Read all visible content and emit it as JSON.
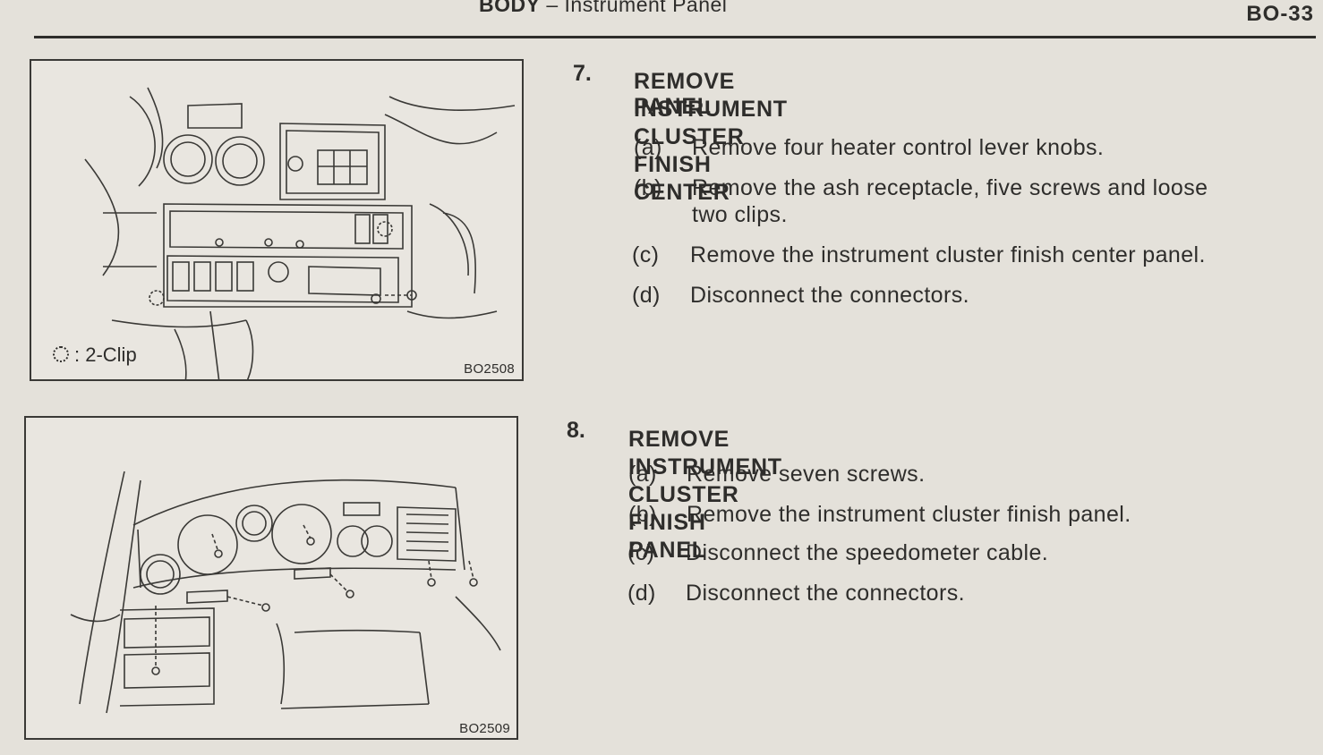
{
  "header": {
    "section": "BODY",
    "separator": "–",
    "title": "Instrument Panel",
    "page": "BO-33"
  },
  "figures": [
    {
      "code": "BO2508",
      "legend_text": ": 2-Clip"
    },
    {
      "code": "BO2509"
    }
  ],
  "steps": [
    {
      "number": "7.",
      "title_line1": "REMOVE INSTRUMENT CLUSTER FINISH CENTER",
      "title_line2": "PANEL",
      "items": [
        {
          "label": "(a)",
          "text": "Remove four heater control lever knobs."
        },
        {
          "label": "(b)",
          "text": "Remove the ash receptacle, five screws and loose",
          "text2": "two clips."
        },
        {
          "label": "(c)",
          "text": "Remove the instrument cluster finish center panel."
        },
        {
          "label": "(d)",
          "text": "Disconnect the connectors."
        }
      ]
    },
    {
      "number": "8.",
      "title_line1": "REMOVE INSTRUMENT CLUSTER FINISH PANEL",
      "items": [
        {
          "label": "(a)",
          "text": "Remove seven screws."
        },
        {
          "label": "(b)",
          "text": "Remove the instrument cluster finish panel."
        },
        {
          "label": "(c)",
          "text": "Disconnect the speedometer cable."
        },
        {
          "label": "(d)",
          "text": "Disconnect the connectors."
        }
      ]
    }
  ]
}
